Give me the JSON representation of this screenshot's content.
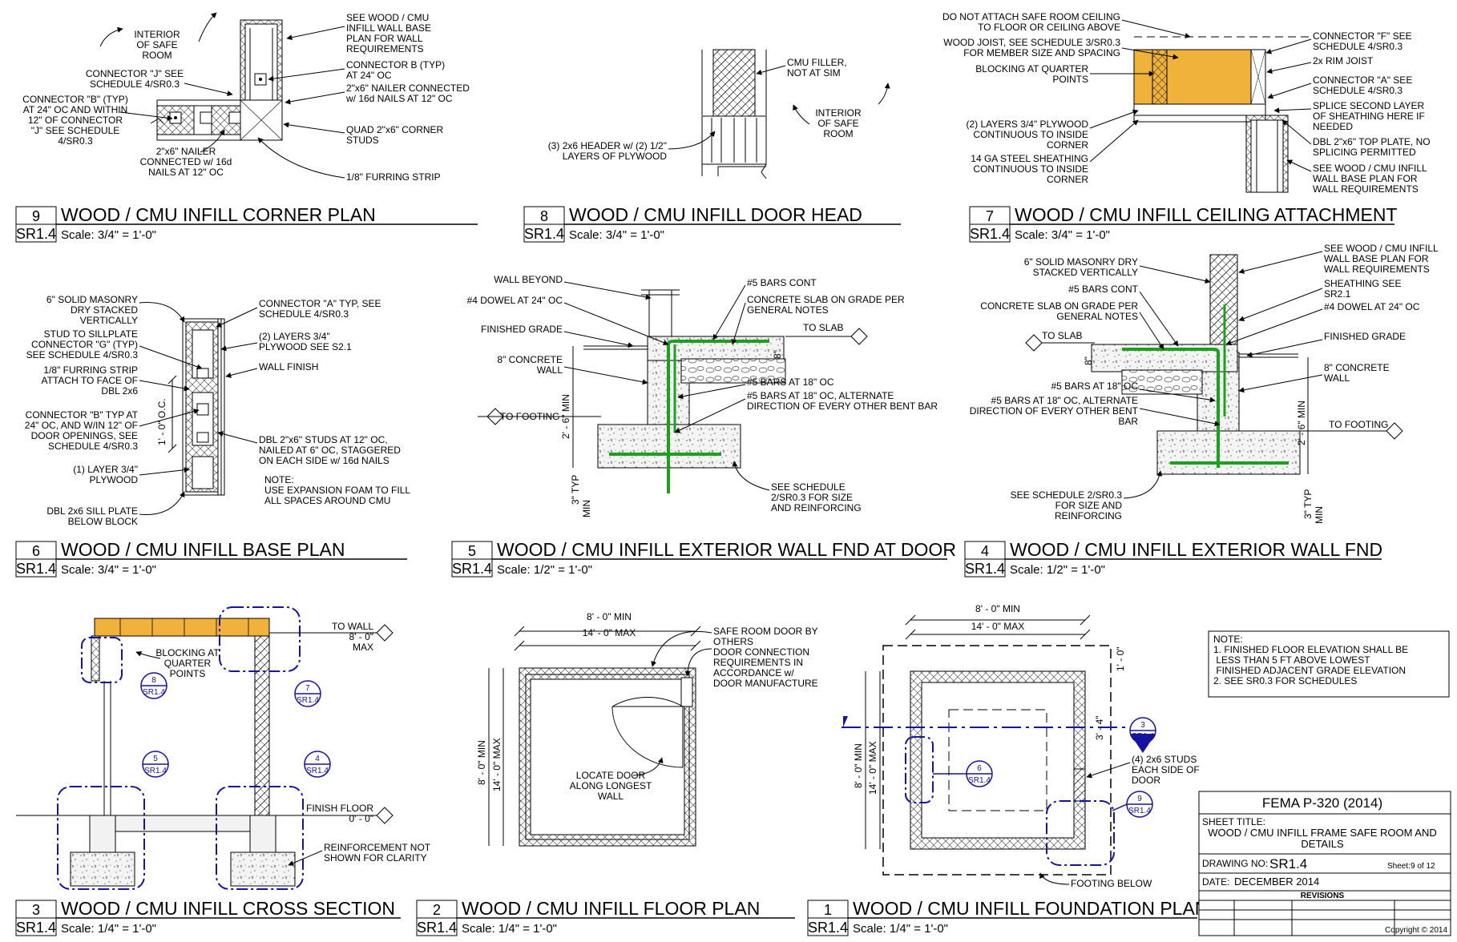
{
  "details": [
    {
      "num": "9",
      "sheet": "SR1.4",
      "title": "WOOD / CMU INFILL CORNER PLAN",
      "scale": "Scale: 3/4\" = 1'-0\"",
      "callouts": {
        "a": [
          "INTERIOR",
          "OF SAFE",
          "ROOM"
        ],
        "b": [
          "CONNECTOR \"J\" SEE",
          "SCHEDULE 4/SR0.3"
        ],
        "c": [
          "CONNECTOR \"B\" (TYP)",
          "AT 24\" OC AND WITHIN",
          "12\" OF CONNECTOR",
          "\"J\" SEE SCHEDULE",
          "4/SR0.3"
        ],
        "d": [
          "2\"x6\" NAILER",
          "CONNECTED w/ 16d",
          "NAILS AT 12\" OC"
        ],
        "e": [
          "SEE WOOD / CMU",
          "INFILL WALL BASE",
          "PLAN FOR WALL",
          "REQUIREMENTS"
        ],
        "f": [
          "CONNECTOR B (TYP)",
          "AT 24\" OC"
        ],
        "g": [
          "2\"x6\" NAILER CONNECTED",
          "w/ 16d NAILS AT 12\" OC"
        ],
        "h": [
          "QUAD 2\"x6\" CORNER",
          "STUDS"
        ],
        "i": [
          "1/8\" FURRING STRIP"
        ]
      }
    },
    {
      "num": "8",
      "sheet": "SR1.4",
      "title": "WOOD / CMU INFILL DOOR HEAD",
      "scale": "Scale: 3/4\" = 1'-0\"",
      "callouts": {
        "a": [
          "CMU FILLER,",
          "NOT AT SIM"
        ],
        "b": [
          "INTERIOR",
          "OF SAFE",
          "ROOM"
        ],
        "c": [
          "(3) 2x6 HEADER w/ (2) 1/2\"",
          "LAYERS OF PLYWOOD"
        ]
      }
    },
    {
      "num": "7",
      "sheet": "SR1.4",
      "title": "WOOD / CMU INFILL CEILING ATTACHMENT",
      "scale": "Scale: 3/4\" = 1'-0\"",
      "callouts": {
        "a": [
          "DO NOT ATTACH SAFE ROOM CEILING",
          "TO FLOOR OR CEILING ABOVE"
        ],
        "b": [
          "WOOD JOIST, SEE SCHEDULE 3/SR0.3",
          "FOR MEMBER SIZE AND SPACING"
        ],
        "c": [
          "BLOCKING AT QUARTER",
          "POINTS"
        ],
        "d": [
          "(2) LAYERS 3/4\" PLYWOOD",
          "CONTINUOUS TO INSIDE",
          "CORNER"
        ],
        "e": [
          "14 GA STEEL SHEATHING",
          "CONTINUOUS TO INSIDE",
          "CORNER"
        ],
        "f": [
          "CONNECTOR \"F\" SEE",
          "SCHEDULE 4/SR0.3"
        ],
        "g": [
          "2x RIM JOIST"
        ],
        "h": [
          "CONNECTOR \"A\" SEE",
          "SCHEDULE 4/SR0.3"
        ],
        "i": [
          "SPLICE SECOND LAYER",
          "OF SHEATHING HERE IF",
          "NEEDED"
        ],
        "j": [
          "DBL 2\"x6\" TOP PLATE, NO",
          "SPLICING PERMITTED"
        ],
        "k": [
          "SEE WOOD / CMU INFILL",
          "WALL BASE PLAN FOR",
          "WALL REQUIREMENTS"
        ]
      }
    },
    {
      "num": "6",
      "sheet": "SR1.4",
      "title": "WOOD / CMU INFILL BASE PLAN",
      "scale": "Scale: 3/4\" = 1'-0\"",
      "callouts": {
        "a": [
          "6\" SOLID MASONRY",
          "DRY STACKED",
          "VERTICALLY"
        ],
        "b": [
          "STUD TO SILLPLATE",
          "CONNECTOR \"G\" (TYP)",
          "SEE SCHEDULE 4/SR0.3"
        ],
        "c": [
          "1/8\" FURRING STRIP",
          "ATTACH TO FACE OF",
          "DBL 2x6"
        ],
        "d": [
          "CONNECTOR \"B\" TYP AT",
          "24\" OC, AND W/IN 12\" OF",
          "DOOR OPENINGS, SEE",
          "SCHEDULE 4/SR0.3"
        ],
        "e": [
          "(1) LAYER 3/4\"",
          "PLYWOOD"
        ],
        "f": [
          "DBL 2x6 SILL PLATE",
          "BELOW BLOCK"
        ],
        "g": [
          "CONNECTOR \"A\" TYP, SEE",
          "SCHEDULE 4/SR0.3"
        ],
        "h": [
          "(2) LAYERS 3/4\"",
          "PLYWOOD SEE S2.1"
        ],
        "i": [
          "WALL FINISH"
        ],
        "j": [
          "DBL 2\"x6\" STUDS AT 12\" OC,",
          "NAILED AT 6\" OC, STAGGERED",
          "ON EACH SIDE w/ 16d NAILS"
        ],
        "k": [
          "NOTE:",
          "USE EXPANSION FOAM TO FILL",
          "ALL SPACES AROUND CMU"
        ],
        "dim": "1' - 0\" O.C."
      }
    },
    {
      "num": "5",
      "sheet": "SR1.4",
      "title": "WOOD / CMU INFILL EXTERIOR WALL FND AT DOOR",
      "scale": "Scale: 1/2\" = 1'-0\"",
      "callouts": {
        "a": [
          "WALL BEYOND"
        ],
        "b": [
          "#4 DOWEL AT 24\" OC"
        ],
        "c": [
          "FINISHED GRADE"
        ],
        "d": [
          "8\" CONCRETE",
          "WALL"
        ],
        "e": [
          "TO FOOTING"
        ],
        "f": [
          "#5 BARS CONT"
        ],
        "g": [
          "CONCRETE SLAB ON GRADE PER",
          "GENERAL NOTES"
        ],
        "h": [
          "TO SLAB"
        ],
        "i": [
          "#5 BARS AT 18\" OC"
        ],
        "j": [
          "#5 BARS AT 18\" OC, ALTERNATE",
          "DIRECTION OF EVERY OTHER BENT BAR"
        ],
        "k": [
          "SEE SCHEDULE",
          "2/SR0.3 FOR SIZE",
          "AND REINFORCING"
        ],
        "d1": "8\"",
        "d2": "2' - 6\" MIN",
        "d3": "3\" TYP",
        "d4": "MIN"
      }
    },
    {
      "num": "4",
      "sheet": "SR1.4",
      "title": "WOOD / CMU INFILL EXTERIOR WALL FND",
      "scale": "Scale: 1/2\" = 1'-0\"",
      "callouts": {
        "a": [
          "6\" SOLID MASONRY DRY",
          "STACKED VERTICALLY"
        ],
        "b": [
          "#5 BARS CONT"
        ],
        "c": [
          "CONCRETE SLAB ON GRADE PER",
          "GENERAL NOTES"
        ],
        "d": [
          "TO SLAB"
        ],
        "e": [
          "#5 BARS AT 18\" OC"
        ],
        "f": [
          "#5 BARS AT 18\" OC, ALTERNATE",
          "DIRECTION OF EVERY OTHER BENT",
          "BAR"
        ],
        "g": [
          "SEE SCHEDULE 2/SR0.3",
          "FOR SIZE AND",
          "REINFORCING"
        ],
        "h": [
          "SEE WOOD / CMU INFILL",
          "WALL BASE PLAN FOR",
          "WALL REQUIREMENTS"
        ],
        "i": [
          "SHEATHING SEE",
          "SR2.1"
        ],
        "j": [
          "#4 DOWEL AT 24\" OC"
        ],
        "k": [
          "FINISHED GRADE"
        ],
        "l": [
          "8\" CONCRETE",
          "WALL"
        ],
        "m": [
          "TO FOOTING"
        ],
        "d1": "8\"",
        "d2": "2' - 6\" MIN",
        "d3": "3\" TYP",
        "d4": "MIN"
      }
    },
    {
      "num": "3",
      "sheet": "SR1.4",
      "title": "WOOD / CMU INFILL CROSS SECTION",
      "scale": "Scale: 1/4\" = 1'-0\"",
      "callouts": {
        "a": [
          "BLOCKING AT",
          "QUARTER",
          "POINTS"
        ],
        "b": [
          "TO WALL",
          "8' - 0\"",
          "MAX"
        ],
        "c": [
          "FINISH FLOOR",
          "0' - 0\""
        ],
        "d": [
          "REINFORCEMENT NOT",
          "SHOWN FOR CLARITY"
        ]
      },
      "tags": [
        {
          "n": "8",
          "s": "SR1.4"
        },
        {
          "n": "7",
          "s": "SR1.4"
        },
        {
          "n": "5",
          "s": "SR1.4"
        },
        {
          "n": "4",
          "s": "SR1.4"
        }
      ]
    },
    {
      "num": "2",
      "sheet": "SR1.4",
      "title": "WOOD / CMU INFILL FLOOR PLAN",
      "scale": "Scale: 1/4\" = 1'-0\"",
      "callouts": {
        "a": [
          "8' - 0\" MIN"
        ],
        "b": [
          "14' - 0\" MAX"
        ],
        "c": [
          "8' - 0\" MIN"
        ],
        "d": [
          "14' - 0\" MAX"
        ],
        "e": [
          "SAFE ROOM DOOR BY",
          "OTHERS",
          "DOOR CONNECTION",
          "REQUIREMENTS IN",
          "ACCORDANCE w/",
          "DOOR MANUFACTURE"
        ],
        "f": [
          "LOCATE DOOR",
          "ALONG LONGEST",
          "WALL"
        ]
      }
    },
    {
      "num": "1",
      "sheet": "SR1.4",
      "title": "WOOD / CMU INFILL FOUNDATION PLAN",
      "scale": "Scale: 1/4\" = 1'-0\"",
      "callouts": {
        "a": [
          "8' - 0\" MIN"
        ],
        "b": [
          "14' - 0\" MAX"
        ],
        "c": [
          "8' - 0\" MIN"
        ],
        "d": [
          "14' - 0\" MAX"
        ],
        "e": [
          "1' - 0\""
        ],
        "f": [
          "3' - 4\""
        ],
        "g": [
          "(4) 2x6 STUDS",
          "EACH SIDE OF",
          "DOOR"
        ],
        "h": [
          "FOOTING BELOW"
        ]
      },
      "tags": [
        {
          "n": "3",
          "s": "SR1.4"
        },
        {
          "n": "6",
          "s": "SR1.4"
        },
        {
          "n": "9",
          "s": "SR1.4"
        }
      ]
    }
  ],
  "general_note": [
    "NOTE:",
    "1.   FINISHED FLOOR ELEVATION SHALL BE",
    "      LESS THAN 5 FT ABOVE LOWEST",
    "      FINISHED ADJACENT GRADE ELEVATION",
    "2.   SEE SR0.3 FOR SCHEDULES"
  ],
  "title_block": {
    "project": "FEMA P-320 (2014)",
    "sheet_title_label": "SHEET TITLE:",
    "sheet_title": [
      "WOOD / CMU INFILL FRAME SAFE ROOM AND",
      "DETAILS"
    ],
    "drawing_no_label": "DRAWING NO:",
    "drawing_no": "SR1.4",
    "sheet_label": "Sheet:",
    "sheet_of": "9 of 12",
    "date_label": "DATE:",
    "date": "DECEMBER 2014",
    "revisions": "REVISIONS",
    "copyright": "Copyright © 2014"
  },
  "colors": {
    "wood": "#f0b23a",
    "rebar": "#1f9e1f",
    "tag": "#1414a0"
  }
}
